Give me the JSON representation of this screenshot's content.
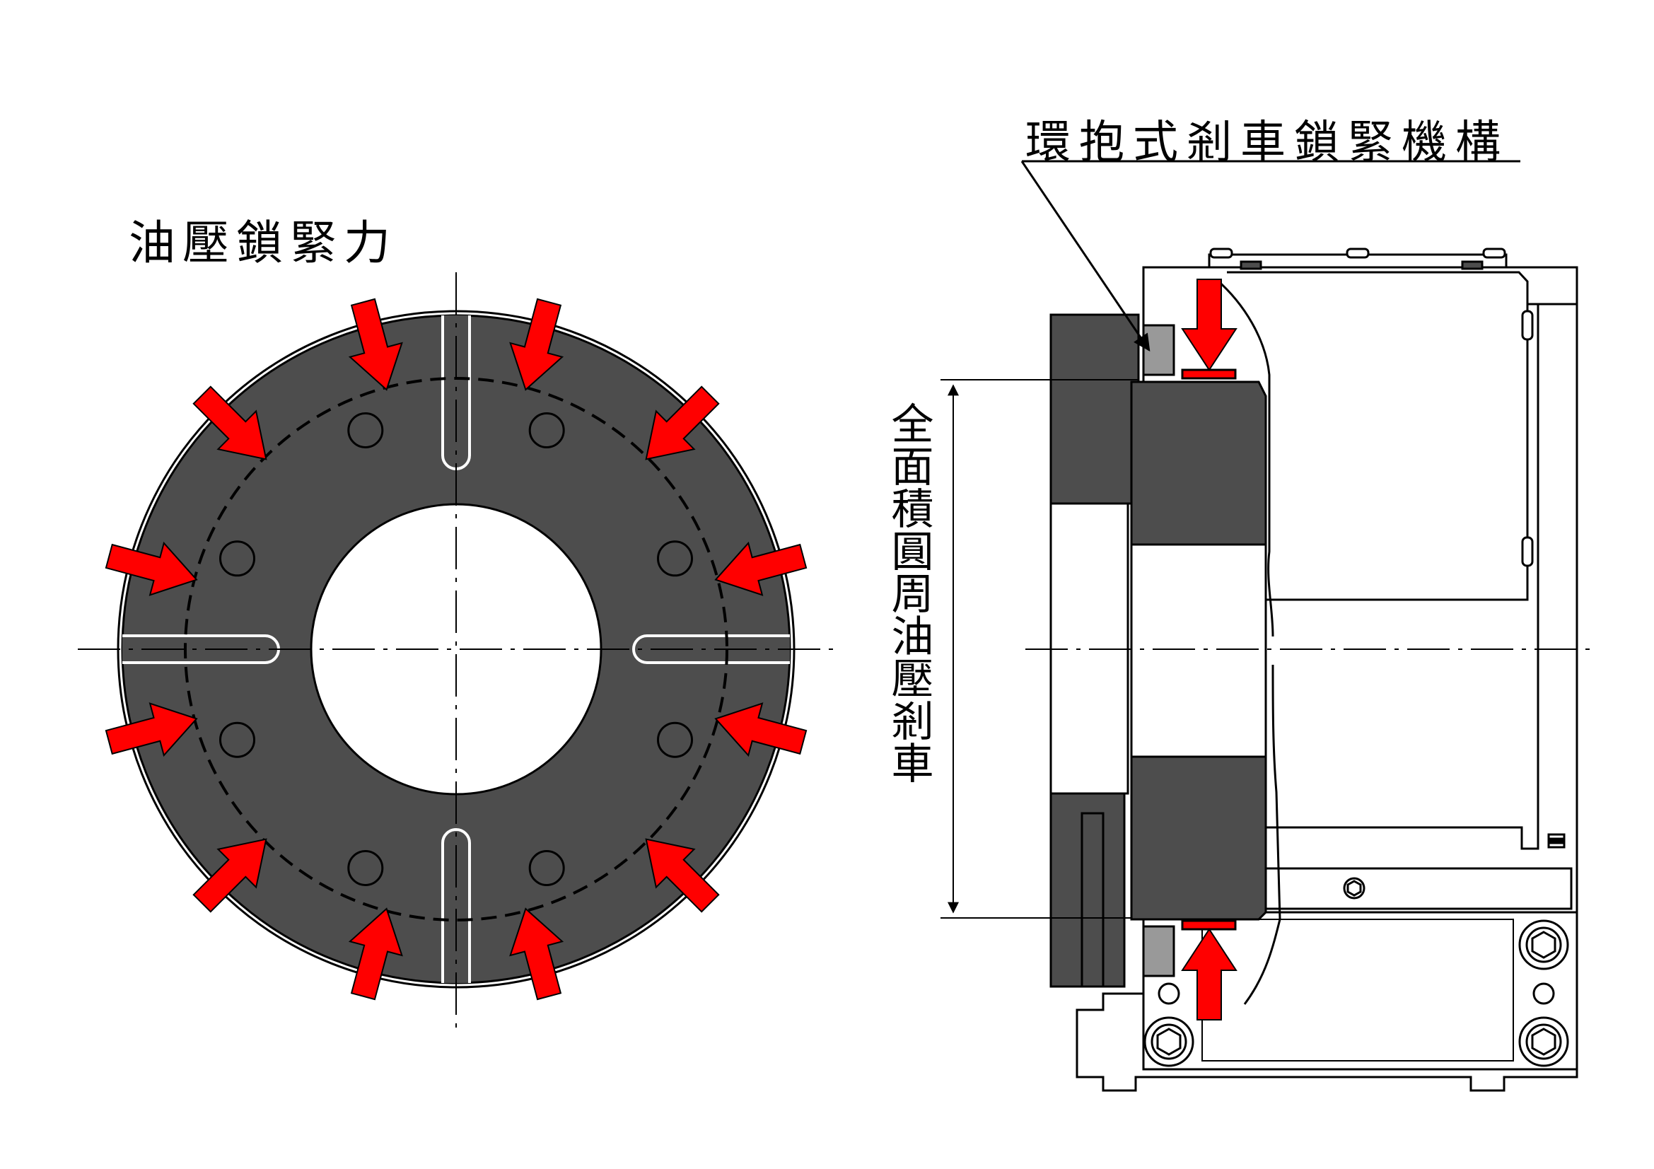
{
  "labels": {
    "left_force": "油壓鎖緊力",
    "right_mechanism": "環抱式剎車鎖緊機構",
    "vertical_brake": "全面積圓周油壓剎車"
  },
  "colors": {
    "disc": "#4d4d4d",
    "arrow": "#ff0000",
    "line": "#000000",
    "seal": "#999999",
    "background": "#ffffff"
  },
  "left_view": {
    "arrow_count": 12,
    "bolt_hole_count": 8,
    "slot_count": 4
  }
}
